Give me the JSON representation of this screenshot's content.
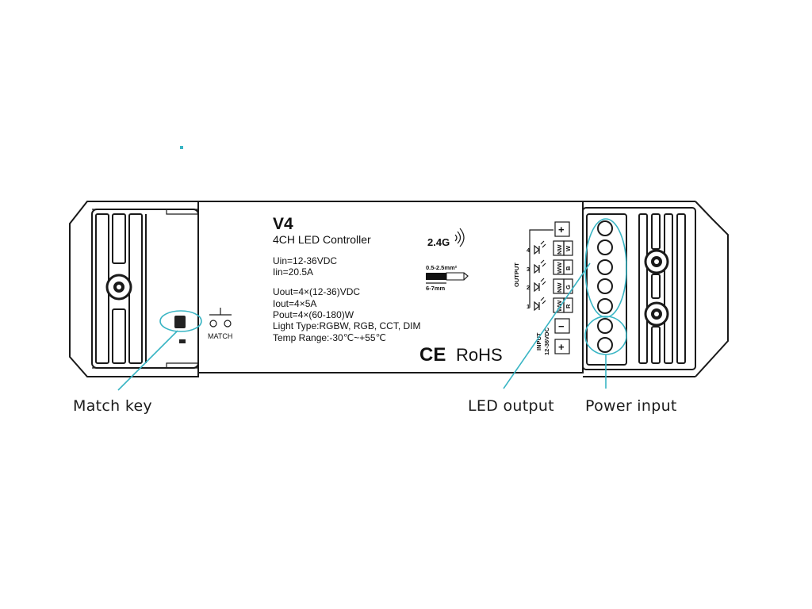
{
  "label": {
    "model": "V4",
    "subtitle": "4CH LED Controller",
    "uin": "Uin=12-36VDC",
    "iin": "Iin=20.5A",
    "uout": "Uout=4×(12-36)VDC",
    "iout": "Iout=4×5A",
    "pout": "Pout=4×(60-180)W",
    "light_type": "Light Type:RGBW, RGB, CCT, DIM",
    "temp_range": "Temp Range:-30℃~+55℃",
    "frequency": "2.4G",
    "wire_gauge": "0.5-2.5mm²",
    "strip_length": "6-7mm",
    "ce_mark": "CE",
    "rohs_mark": "RoHS",
    "match_label": "MATCH"
  },
  "terminals": {
    "output_label": "OUTPUT",
    "input_label": "INPUT",
    "input_voltage": "12-36VDC",
    "plus_symbol": "+",
    "minus_symbol": "−",
    "channels": [
      {
        "number": "4",
        "color_a": "NW",
        "color_b": "W"
      },
      {
        "number": "3",
        "color_a": "WW",
        "color_b": "B"
      },
      {
        "number": "2",
        "color_a": "NW",
        "color_b": "G"
      },
      {
        "number": "1",
        "color_a": "WW",
        "color_b": "R"
      }
    ]
  },
  "callouts": {
    "match_key": "Match key",
    "led_output": "LED output",
    "power_input": "Power input"
  },
  "colors": {
    "callout_accent": "#39b5c4",
    "outline": "#1a1a1a"
  }
}
